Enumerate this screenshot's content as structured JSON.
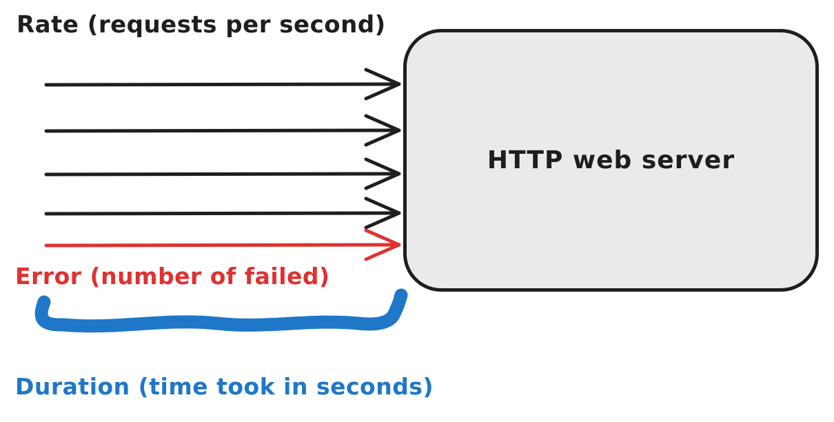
{
  "diagram_title": "HTTP web server golden signals diagram",
  "labels": {
    "rate": {
      "text": "Rate (requests per second)",
      "color": "#1e1e1e"
    },
    "error": {
      "text": "Error (number of failed)",
      "color": "#e03131"
    },
    "duration": {
      "text": "Duration (time took in seconds)",
      "color": "#1f77c8"
    }
  },
  "server_box": {
    "label": "HTTP web server",
    "fill": "#e9eaec",
    "border_color": "#1e1e1e",
    "text_color": "#1e1e1e"
  },
  "arrows": [
    {
      "kind": "request",
      "color": "#1e1e1e"
    },
    {
      "kind": "request",
      "color": "#1e1e1e"
    },
    {
      "kind": "request",
      "color": "#1e1e1e"
    },
    {
      "kind": "request",
      "color": "#1e1e1e"
    },
    {
      "kind": "error",
      "color": "#e03131"
    }
  ],
  "brace": {
    "meaning": "duration span",
    "color": "#1f77c8"
  }
}
